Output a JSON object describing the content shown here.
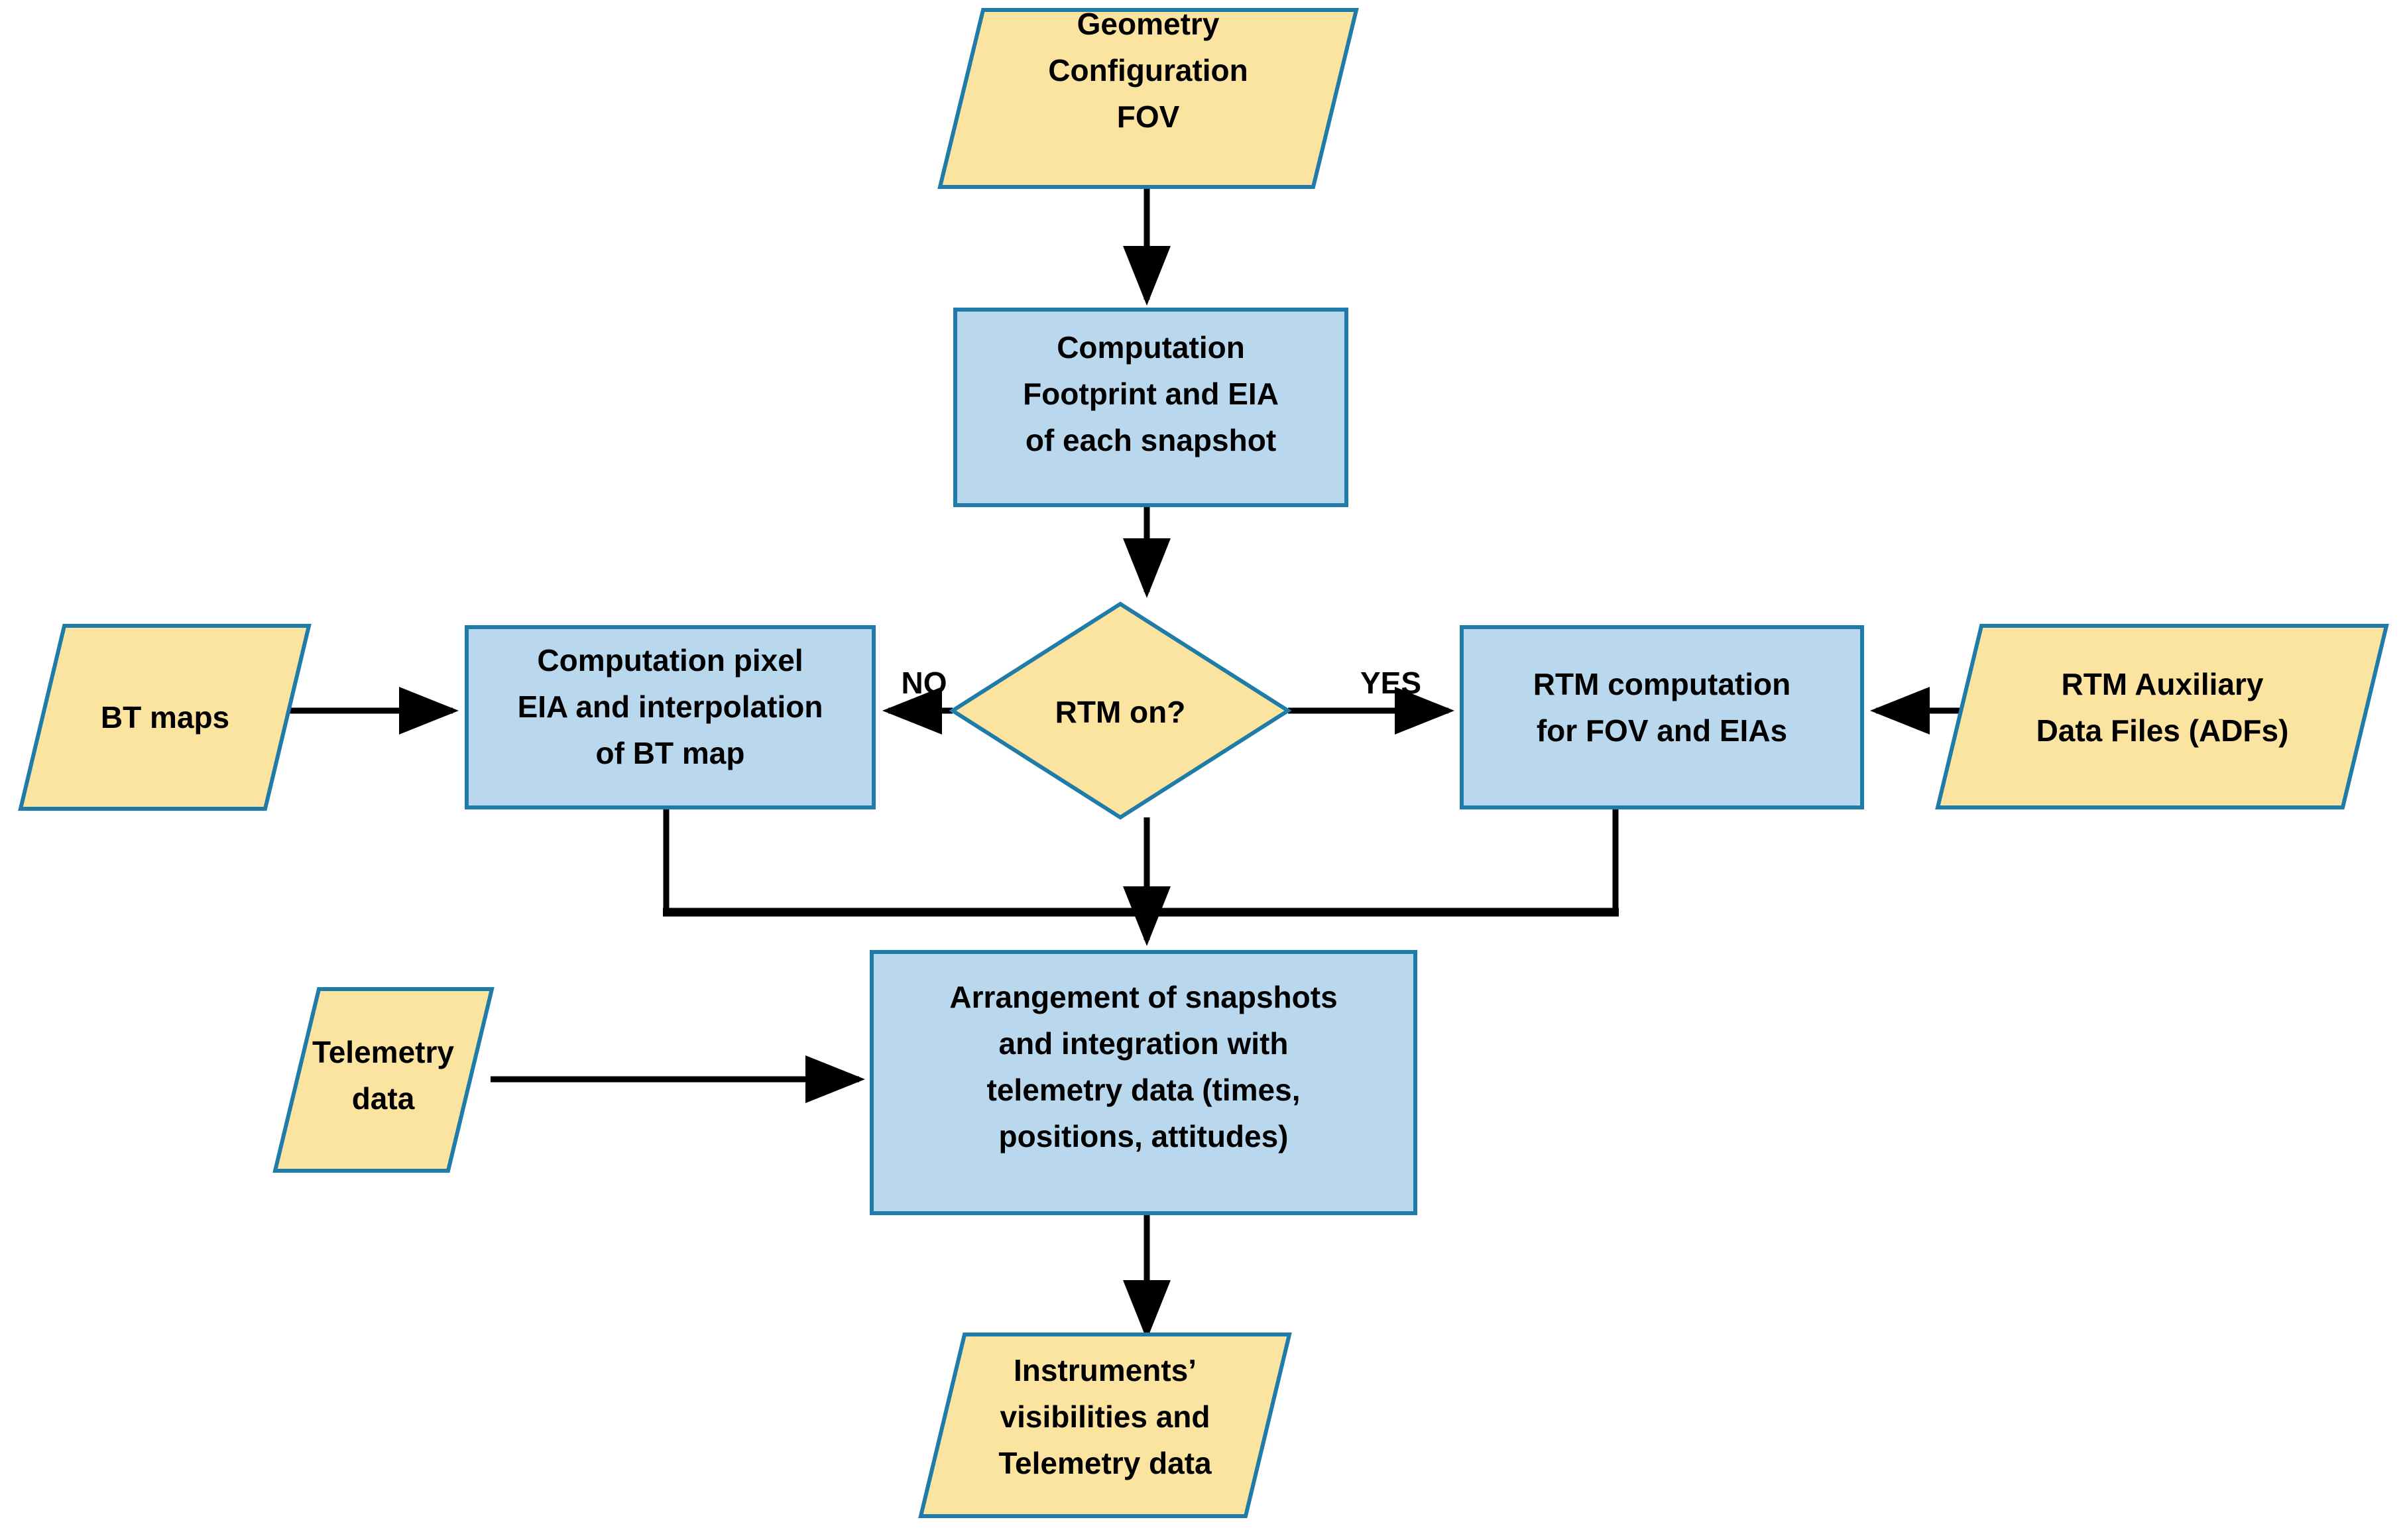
{
  "diagram": {
    "type": "flowchart",
    "background": "#FFFFFF",
    "colors": {
      "data_node_fill": "#FBE3A0",
      "process_node_fill": "#B9D8EE",
      "node_border": "#1F7BA8",
      "connector": "#000000",
      "text": "#000000"
    },
    "nodes": {
      "geometry_config": {
        "shape": "parallelogram",
        "kind": "data",
        "lines": [
          "Geometry",
          "Configuration",
          "FOV"
        ]
      },
      "computation_footprint": {
        "shape": "rectangle",
        "kind": "process",
        "lines": [
          "Computation",
          "Footprint and EIA",
          "of each snapshot"
        ]
      },
      "rtm_decision": {
        "shape": "diamond",
        "kind": "decision",
        "lines": [
          "RTM on?"
        ]
      },
      "bt_maps": {
        "shape": "parallelogram",
        "kind": "data",
        "lines": [
          "BT maps"
        ]
      },
      "computation_pixel": {
        "shape": "rectangle",
        "kind": "process",
        "lines": [
          "Computation pixel",
          "EIA and interpolation",
          "of BT map"
        ]
      },
      "rtm_computation": {
        "shape": "rectangle",
        "kind": "process",
        "lines": [
          "RTM computation",
          "for FOV and EIAs"
        ]
      },
      "rtm_adf": {
        "shape": "parallelogram",
        "kind": "data",
        "lines": [
          "RTM Auxiliary",
          "Data Files (ADFs)"
        ]
      },
      "telemetry_data": {
        "shape": "parallelogram",
        "kind": "data",
        "lines": [
          "Telemetry",
          "data"
        ]
      },
      "arrangement": {
        "shape": "rectangle",
        "kind": "process",
        "lines": [
          "Arrangement of snapshots",
          "and integration with",
          "telemetry data (times,",
          "positions, attitudes)"
        ]
      },
      "output_visibilities": {
        "shape": "parallelogram",
        "kind": "data",
        "lines": [
          "Instruments’",
          "visibilities and",
          "Telemetry data"
        ]
      }
    },
    "edge_labels": {
      "no_branch": "NO",
      "yes_branch": "YES"
    },
    "edges": [
      {
        "from": "geometry_config",
        "to": "computation_footprint",
        "label": ""
      },
      {
        "from": "computation_footprint",
        "to": "rtm_decision",
        "label": ""
      },
      {
        "from": "rtm_decision",
        "to": "computation_pixel",
        "label": "NO"
      },
      {
        "from": "rtm_decision",
        "to": "rtm_computation",
        "label": "YES"
      },
      {
        "from": "bt_maps",
        "to": "computation_pixel",
        "label": ""
      },
      {
        "from": "rtm_adf",
        "to": "rtm_computation",
        "label": ""
      },
      {
        "from": "computation_pixel",
        "to": "arrangement",
        "label": ""
      },
      {
        "from": "rtm_computation",
        "to": "arrangement",
        "label": ""
      },
      {
        "from": "rtm_decision",
        "to": "arrangement",
        "label": ""
      },
      {
        "from": "telemetry_data",
        "to": "arrangement",
        "label": ""
      },
      {
        "from": "arrangement",
        "to": "output_visibilities",
        "label": ""
      }
    ]
  }
}
